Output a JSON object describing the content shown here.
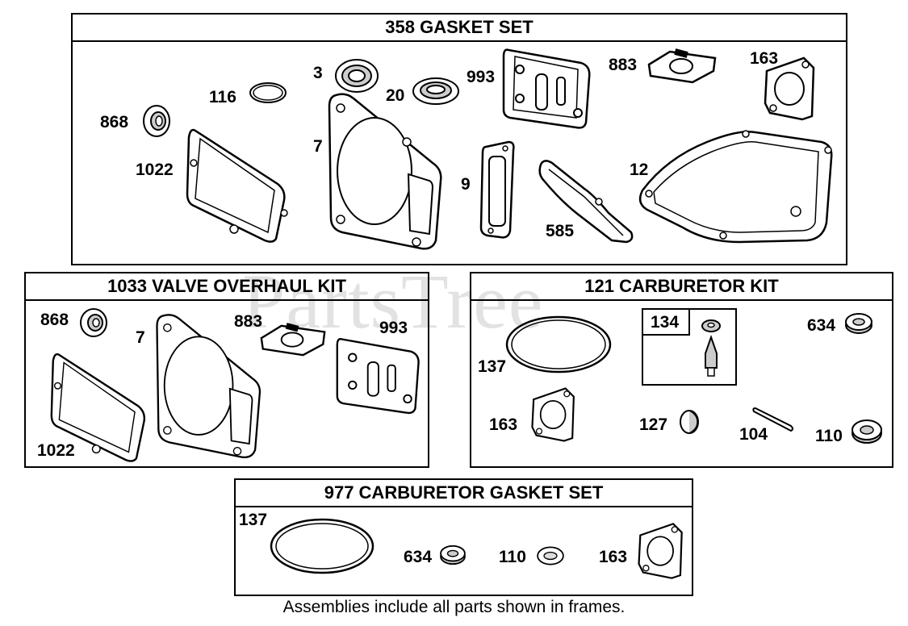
{
  "watermark": "PartsTree",
  "frames": {
    "gasket_set": {
      "title": "358 GASKET SET",
      "labels": {
        "p3": "3",
        "p20": "20",
        "p993": "993",
        "p883": "883",
        "p163": "163",
        "p116": "116",
        "p868": "868",
        "p1022": "1022",
        "p7": "7",
        "p9": "9",
        "p585": "585",
        "p12": "12"
      }
    },
    "valve_kit": {
      "title": "1033 VALVE OVERHAUL KIT",
      "labels": {
        "p868": "868",
        "p7": "7",
        "p883": "883",
        "p993": "993",
        "p1022": "1022"
      }
    },
    "carb_kit": {
      "title": "121 CARBURETOR KIT",
      "labels": {
        "p134": "134",
        "p634": "634",
        "p137": "137",
        "p163": "163",
        "p127": "127",
        "p104": "104",
        "p110": "110"
      }
    },
    "carb_gasket": {
      "title": "977 CARBURETOR  GASKET SET",
      "labels": {
        "p137": "137",
        "p634": "634",
        "p110": "110",
        "p163": "163"
      }
    }
  },
  "footnote": "Assemblies include all parts shown in frames."
}
